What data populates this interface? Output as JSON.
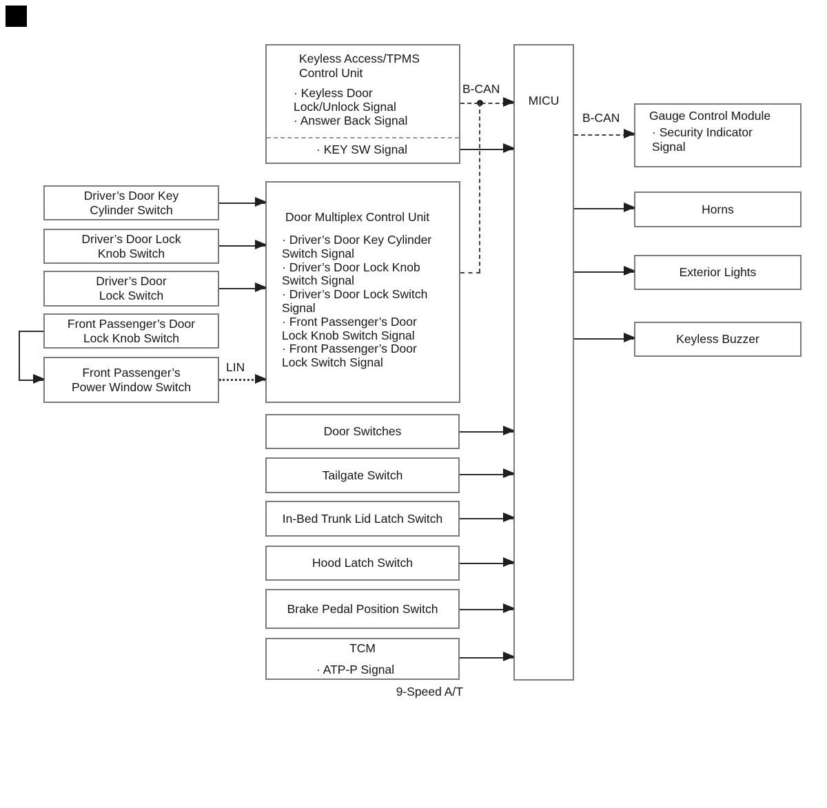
{
  "page": {
    "marker_icon": "black-square-page-marker"
  },
  "labels": {
    "bcan_keyless": "B-CAN",
    "bcan_gauge": "B-CAN",
    "lin": "LIN",
    "nine_speed_at": "9-Speed A/T"
  },
  "keyless_unit": {
    "title_lines": [
      "Keyless Access/TPMS",
      "Control Unit"
    ],
    "signal_lines": [
      "· Keyless Door",
      "Lock/Unlock Signal",
      "· Answer Back Signal"
    ],
    "key_sw_signal": "· KEY SW Signal"
  },
  "micu": {
    "label": "MICU"
  },
  "gauge_control_module": {
    "title": "Gauge Control Module",
    "signal_lines": [
      "· Security Indicator",
      "Signal"
    ]
  },
  "horns": {
    "label": "Horns"
  },
  "exterior_lights": {
    "label": "Exterior Lights"
  },
  "keyless_buzzer": {
    "label": "Keyless Buzzer"
  },
  "door_multiplex_unit": {
    "title": "Door Multiplex Control Unit",
    "signal_lines": [
      "· Driver’s Door Key Cylinder",
      "Switch Signal",
      "· Driver’s Door Lock Knob",
      "Switch Signal",
      "· Driver’s Door Lock Switch",
      "Signal",
      "· Front Passenger’s Door",
      "Lock Knob Switch Signal",
      "· Front Passenger’s Door",
      "Lock Switch Signal"
    ]
  },
  "left_inputs": {
    "key_cylinder_lines": [
      "Driver’s Door Key",
      "Cylinder Switch"
    ],
    "lock_knob_lines": [
      "Driver’s Door Lock",
      "Knob Switch"
    ],
    "lock_switch_lines": [
      "Driver’s Door",
      "Lock Switch"
    ],
    "fp_lock_knob_lines": [
      "Front Passenger’s Door",
      "Lock Knob Switch"
    ],
    "fp_power_window_lines": [
      "Front Passenger’s",
      "Power Window Switch"
    ]
  },
  "bottom_inputs": {
    "door_switches": "Door Switches",
    "tailgate_switch": "Tailgate Switch",
    "inbed_trunk_lid_latch_switch": "In-Bed Trunk Lid Latch Switch",
    "hood_latch_switch": "Hood Latch Switch",
    "brake_pedal_position_switch": "Brake Pedal Position Switch"
  },
  "tcm": {
    "title": "TCM",
    "signal": "· ATP-P Signal"
  }
}
